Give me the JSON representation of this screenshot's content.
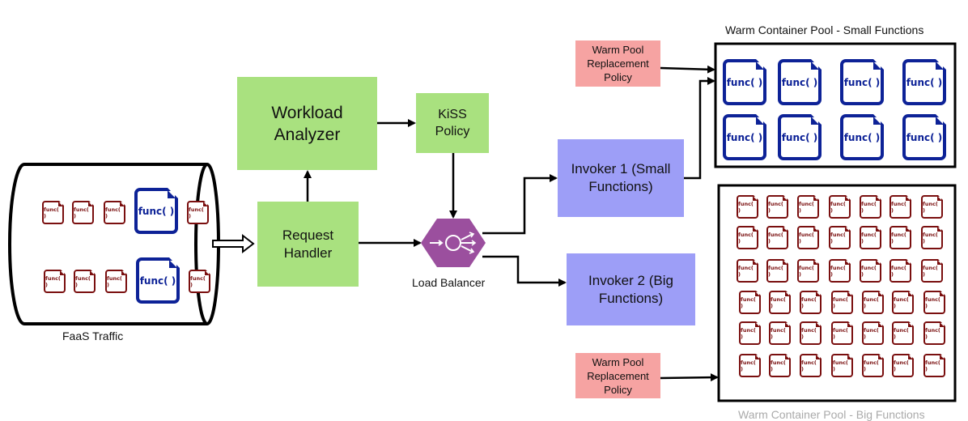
{
  "colors": {
    "analysis": "#a9e17f",
    "invoker": "#9d9ef7",
    "policy": "#f6a3a2",
    "load_balancer": "#9b4f9e",
    "small_func": "#7a0f0f",
    "big_func": "#0d2297"
  },
  "func_label": "func( )",
  "traffic": {
    "label": "FaaS Traffic"
  },
  "workload_analyzer": {
    "label": "Workload Analyzer"
  },
  "kiss_policy": {
    "label": "KiSS Policy"
  },
  "request_handler": {
    "label": "Request Handler"
  },
  "load_balancer": {
    "label": "Load Balancer",
    "icon": "load-balancer-icon"
  },
  "invoker1": {
    "label": "Invoker 1 (Small Functions)"
  },
  "invoker2": {
    "label": "Invoker 2 (Big Functions)"
  },
  "policy_top": {
    "label": "Warm Pool Replacement Policy"
  },
  "policy_bottom": {
    "label": "Warm Pool Replacement Policy"
  },
  "small_pool": {
    "title": "Warm Container Pool - Small Functions",
    "rows": 2,
    "cols": 4
  },
  "big_pool": {
    "title": "Warm Container Pool - Big Functions",
    "rows": 6,
    "cols": 7
  }
}
